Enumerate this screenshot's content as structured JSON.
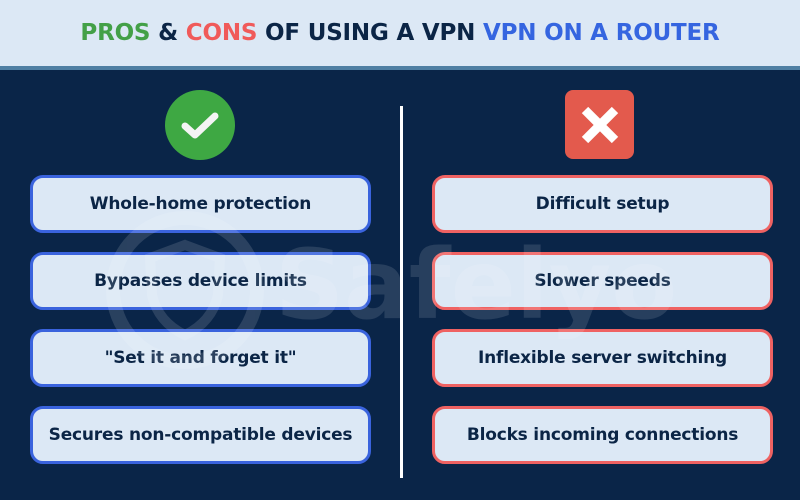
{
  "header": {
    "title_parts": {
      "pros": "PROS",
      "amp": "&",
      "cons": "CONS",
      "middle": "OF USING A VPN",
      "highlight": "VPN ON A ROUTER"
    }
  },
  "pros": {
    "icon": "check-icon",
    "icon_color": "#3ea843",
    "border_color": "#3a63dd",
    "items": [
      "Whole-home protection",
      "Bypasses device limits",
      "\"Set it and forget it\"",
      "Secures non-compatible devices"
    ]
  },
  "cons": {
    "icon": "x-icon",
    "icon_color": "#e35a4d",
    "border_color": "#ef6262",
    "items": [
      "Difficult setup",
      "Slower speeds",
      "Inflexible server switching",
      "Blocks incoming connections"
    ]
  },
  "watermark": {
    "text": "Safelyo"
  },
  "colors": {
    "background": "#0a2548",
    "header_bg": "#dce8f5",
    "header_border": "#4f7fa3",
    "pros_title": "#43a047",
    "cons_title": "#f05a5a",
    "highlight_title": "#3565e0",
    "text_dark": "#0b2546",
    "card_bg": "#dce8f5"
  }
}
